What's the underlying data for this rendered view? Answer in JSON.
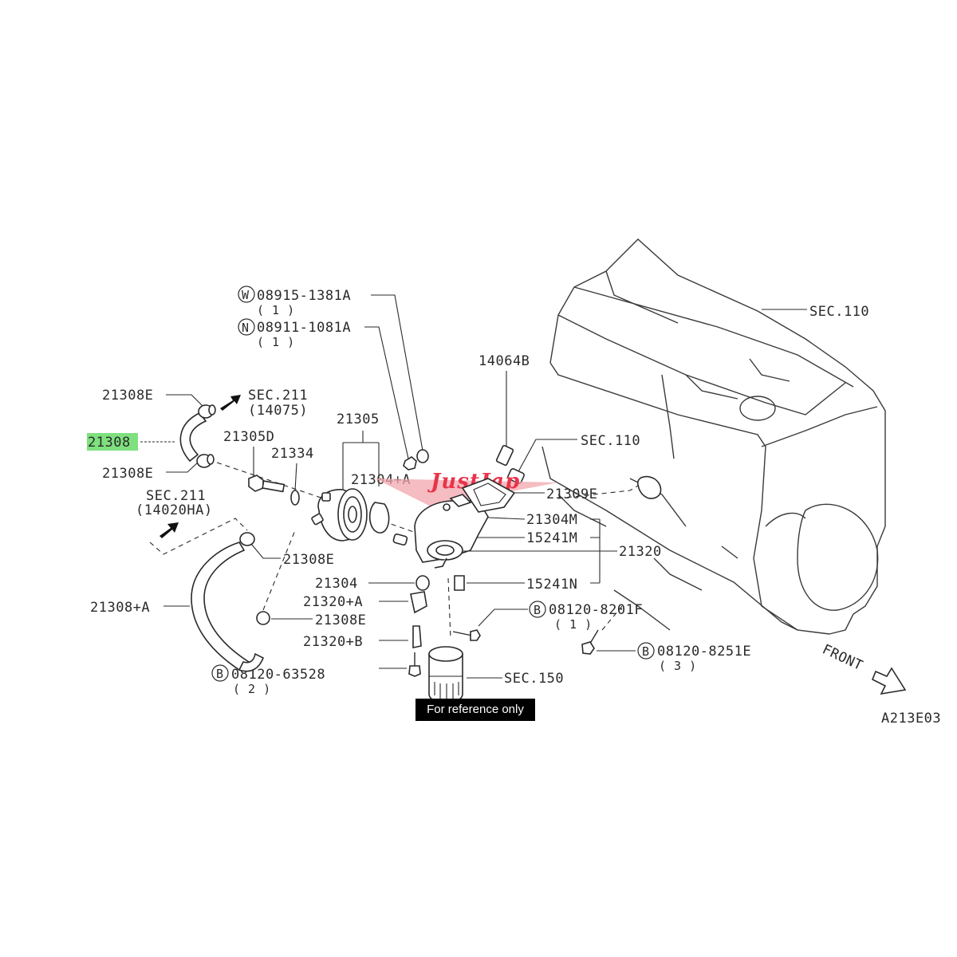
{
  "highlight_color": "#7ee07e",
  "watermark": {
    "text": "JustJap",
    "color": "#e8344a"
  },
  "reference_badge": "For reference only",
  "diagram_code": "A213E03",
  "direction_label": "FRONT",
  "labels": {
    "w_washer": "08915-1381A",
    "w_washer_qty": "( 1 )",
    "n_nut": "08911-1081A",
    "n_nut_qty": "( 1 )",
    "sec110_top": "SEC.110",
    "p14064B": "14064B",
    "sec110_mid": "SEC.110",
    "p21308E_a": "21308E",
    "sec211_a": "SEC.211",
    "sec211_a_sub": "(14075)",
    "p21308": "21308",
    "p21308E_b": "21308E",
    "p21305D": "21305D",
    "p21334": "21334",
    "p21305": "21305",
    "p21304A": "21304+A",
    "p21309E": "21309E",
    "sec211_b": "SEC.211",
    "sec211_b_sub": "(14020HA)",
    "p21304M": "21304M",
    "p15241M": "15241M",
    "p21320": "21320",
    "p21308E_c": "21308E",
    "p21304": "21304",
    "p15241N": "15241N",
    "p21320A": "21320+A",
    "p21308A": "21308+A",
    "p21308E_d": "21308E",
    "b_bolt_f": "08120-8201F",
    "b_bolt_f_qty": "( 1 )",
    "p21320B": "21320+B",
    "b_bolt_e": "08120-8251E",
    "b_bolt_e_qty": "( 3 )",
    "b_bolt_528": "08120-63528",
    "b_bolt_528_qty": "( 2 )",
    "sec150": "SEC.150"
  },
  "circle_letters": {
    "w": "W",
    "n": "N",
    "b1": "B",
    "b2": "B",
    "b3": "B"
  },
  "icons": [
    "flow-arrow-icon",
    "front-arrow-icon"
  ]
}
